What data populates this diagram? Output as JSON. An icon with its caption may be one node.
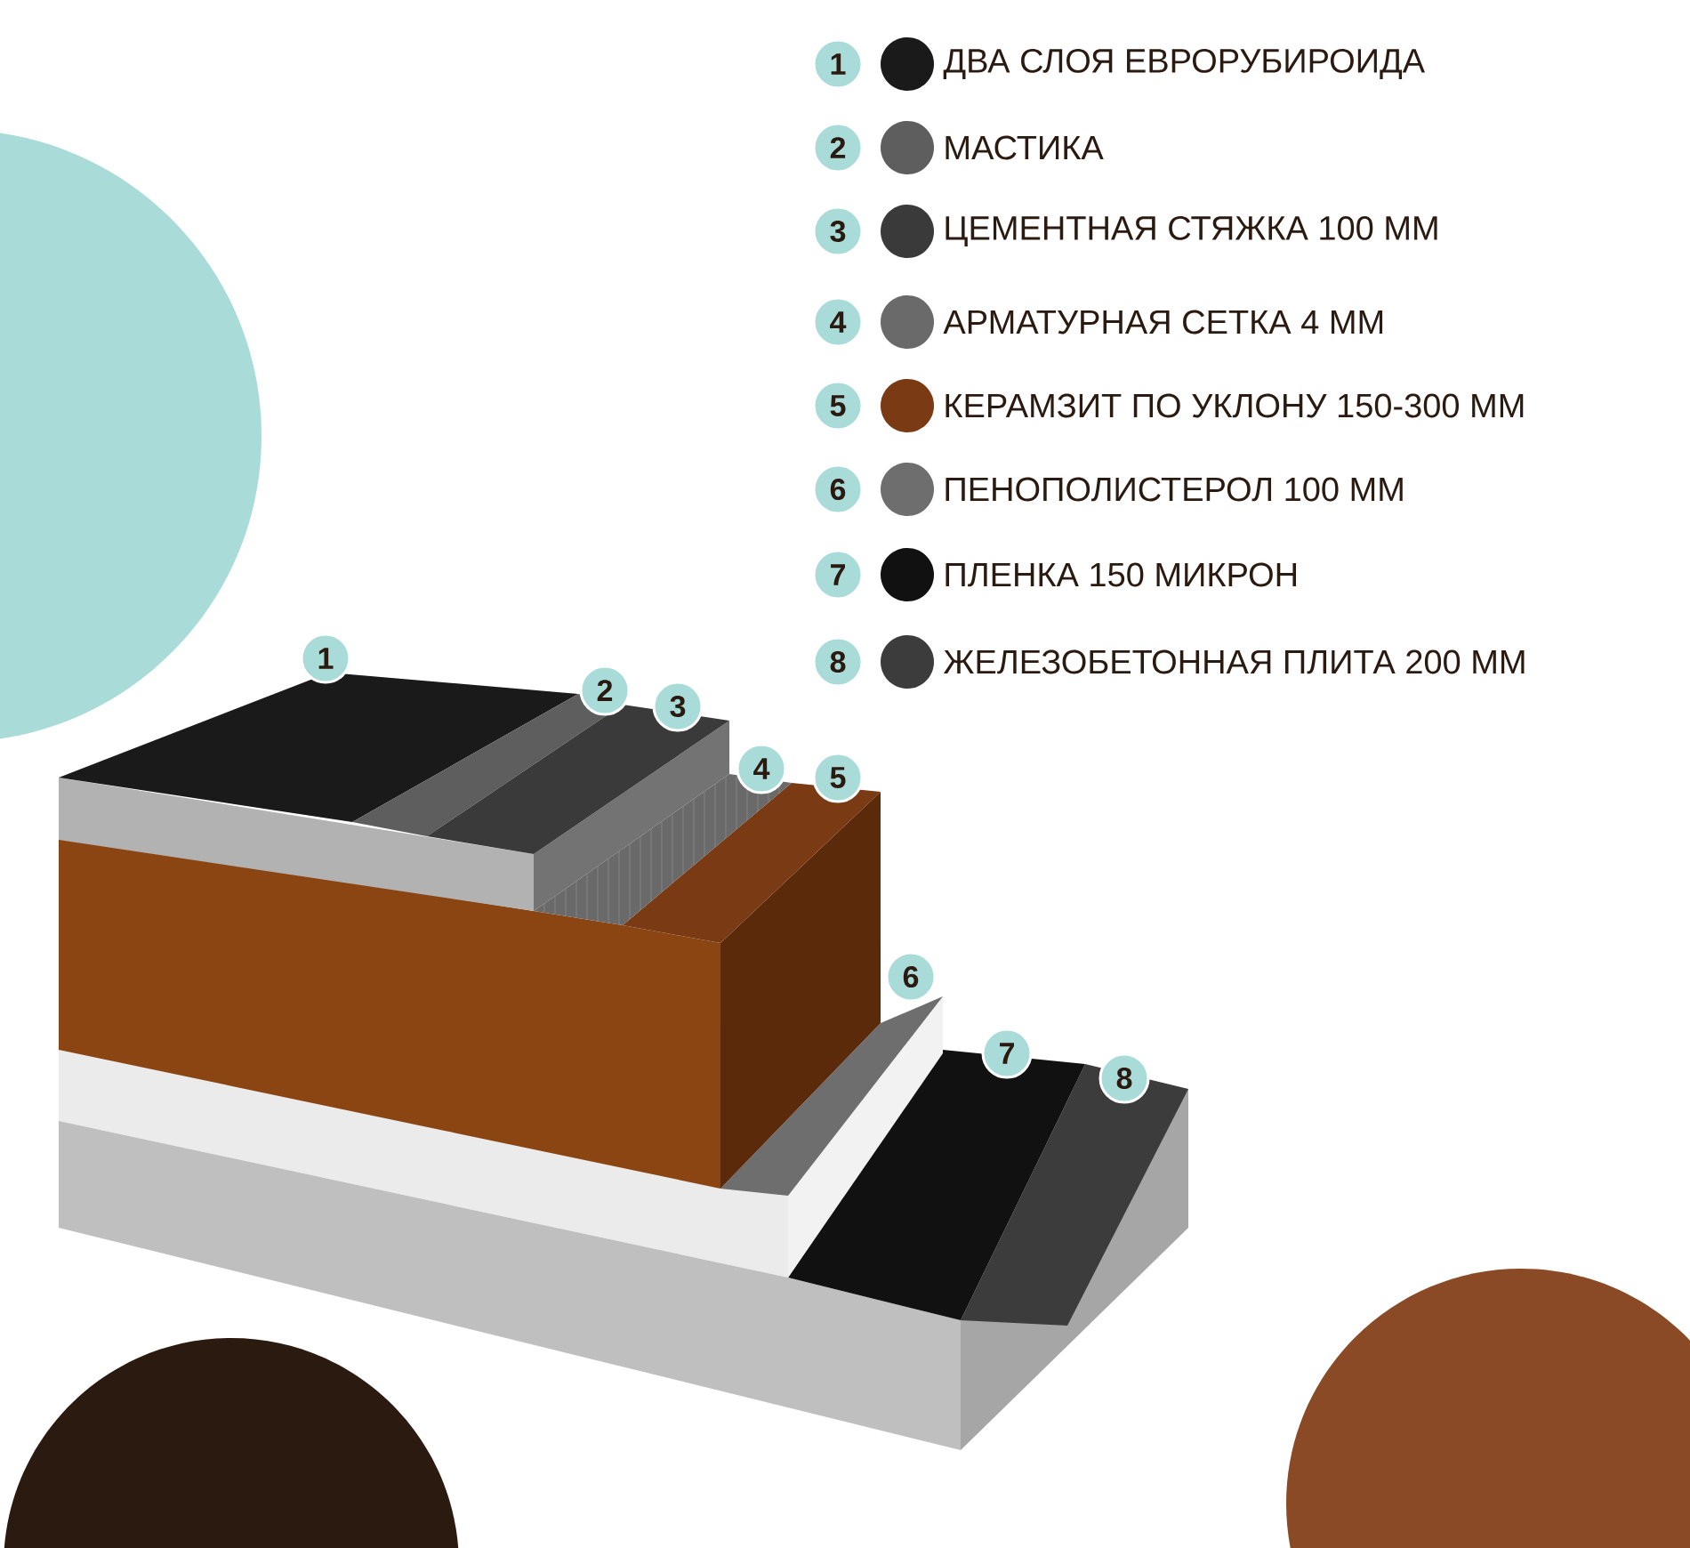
{
  "diagram": {
    "labels": [
      "1",
      "2",
      "3",
      "4",
      "5",
      "6",
      "7",
      "8",
      "1",
      "2",
      "3",
      "4",
      "5",
      "6",
      "7",
      "8"
    ],
    "legend": [
      {
        "text": "ДВА СЛОЯ ЕВРОРУБИРОИДА",
        "color": "#1a1a1a"
      },
      {
        "text": "МАСТИКА",
        "color": "#5e5e5e"
      },
      {
        "text": "ЦЕМЕНТНАЯ СТЯЖКА 100 ММ",
        "color": "#3a3a3a"
      },
      {
        "text": "АРМАТУРНАЯ СЕТКА 4 ММ",
        "color": "#6a6a6a"
      },
      {
        "text": "КЕРАМЗИТ ПО УКЛОНУ 150-300 ММ",
        "color": "#7a3a14"
      },
      {
        "text": "ПЕНОПОЛИСТЕРОЛ 100 ММ",
        "color": "#6e6e6e"
      },
      {
        "text": "ПЛЕНКА 150 МИКРОН",
        "color": "#111111"
      },
      {
        "text": "ЖЕЛЕЗОБЕТОННАЯ ПЛИТА 200 ММ",
        "color": "#3c3c3c"
      }
    ]
  }
}
